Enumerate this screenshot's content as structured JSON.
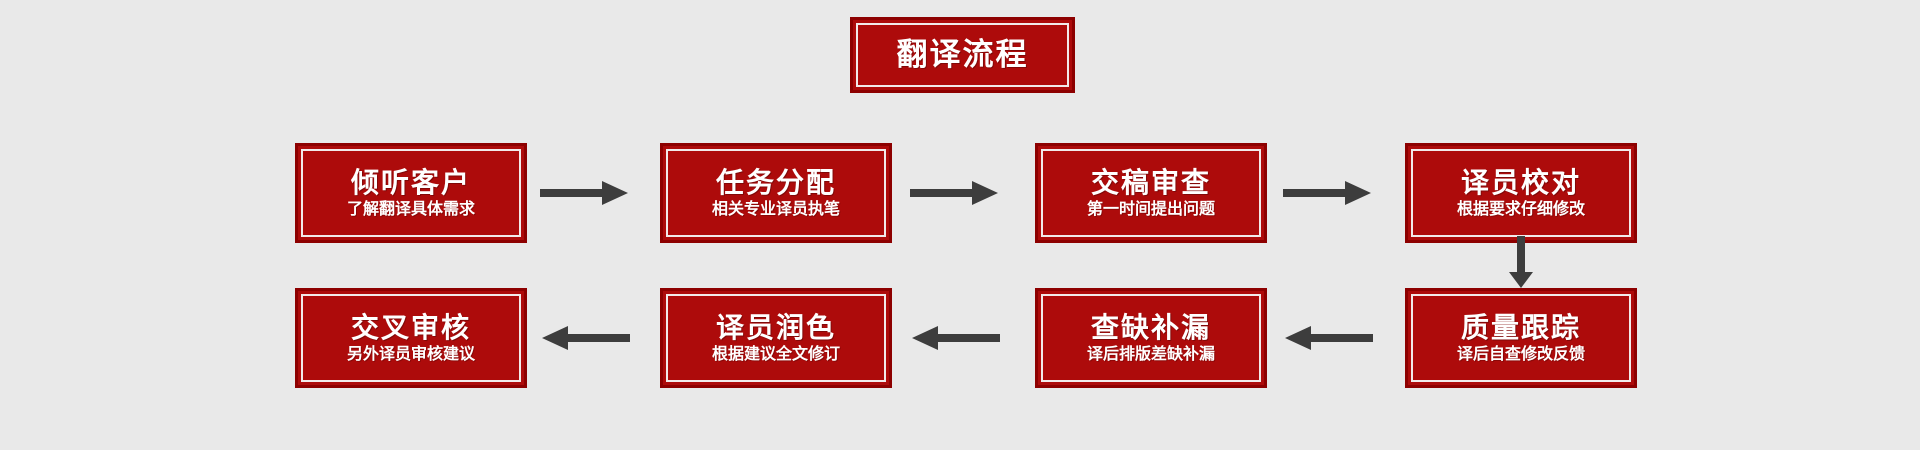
{
  "diagram": {
    "title": "翻译流程",
    "background_color": "#e9e9e9",
    "box_fill_color": "#ad0b0b",
    "box_border_color": "#8d0000",
    "box_inner_rule_color": "#f2eaea",
    "arrow_color": "#3d3d3d",
    "text_color": "#ffffff",
    "steps": [
      {
        "id": 1,
        "title": "倾听客户",
        "subtitle": "了解翻译具体需求"
      },
      {
        "id": 2,
        "title": "任务分配",
        "subtitle": "相关专业译员执笔"
      },
      {
        "id": 3,
        "title": "交稿审查",
        "subtitle": "第一时间提出问题"
      },
      {
        "id": 4,
        "title": "译员校对",
        "subtitle": "根据要求仔细修改"
      },
      {
        "id": 5,
        "title": "质量跟踪",
        "subtitle": "译后自查修改反馈"
      },
      {
        "id": 6,
        "title": "查缺补漏",
        "subtitle": "译后排版差缺补漏"
      },
      {
        "id": 7,
        "title": "译员润色",
        "subtitle": "根据建议全文修订"
      },
      {
        "id": 8,
        "title": "交叉审核",
        "subtitle": "另外译员审核建议"
      }
    ],
    "connectors": [
      {
        "id": "a1",
        "from": 1,
        "to": 2,
        "direction": "right"
      },
      {
        "id": "a2",
        "from": 2,
        "to": 3,
        "direction": "right"
      },
      {
        "id": "a3",
        "from": 3,
        "to": 4,
        "direction": "right"
      },
      {
        "id": "b1",
        "from": 4,
        "to": 5,
        "direction": "down"
      },
      {
        "id": "a4",
        "from": 5,
        "to": 6,
        "direction": "left"
      },
      {
        "id": "a5",
        "from": 6,
        "to": 7,
        "direction": "left"
      },
      {
        "id": "a6",
        "from": 7,
        "to": 8,
        "direction": "left"
      }
    ]
  }
}
